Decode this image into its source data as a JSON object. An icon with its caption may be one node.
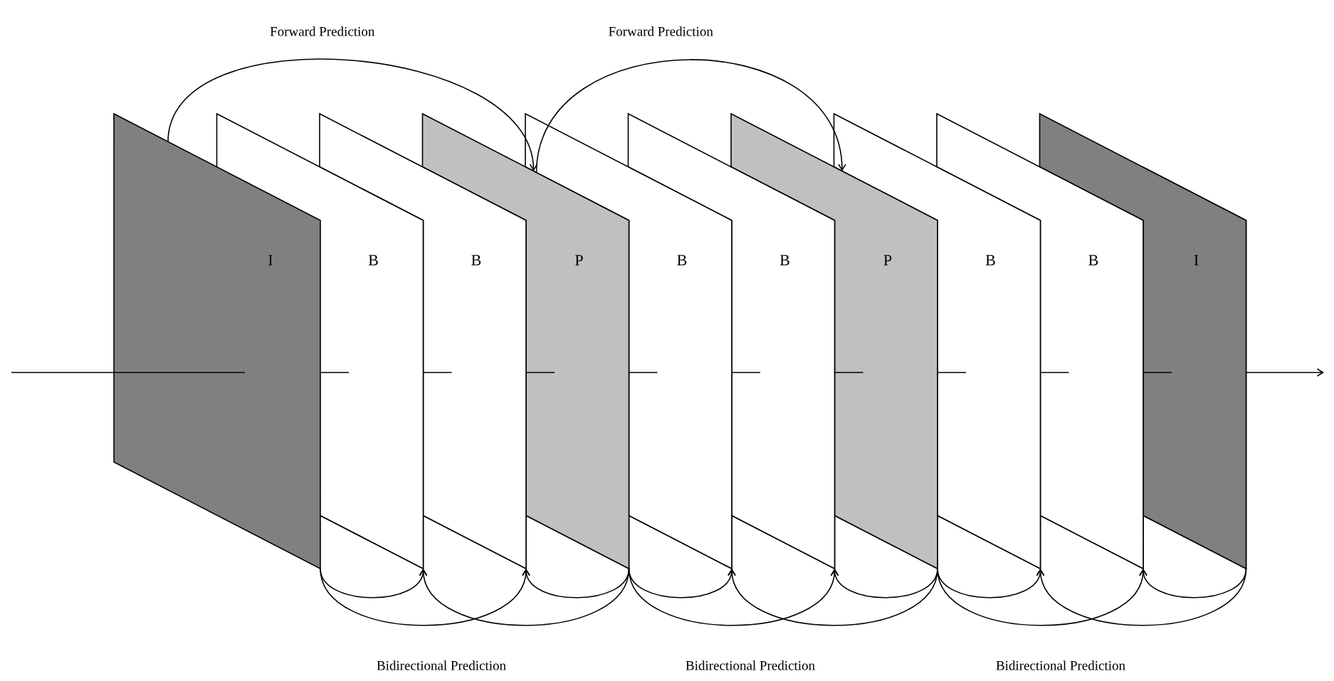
{
  "diagram": {
    "nodes": [
      {
        "text": [
          "I"
        ]
      },
      {
        "text": [
          "B"
        ]
      },
      {
        "text": [
          "B"
        ]
      },
      {
        "text": [
          "P"
        ]
      },
      {
        "text": [
          "B"
        ]
      },
      {
        "text": [
          "B"
        ]
      },
      {
        "text": [
          "P"
        ]
      },
      {
        "text": [
          "B"
        ]
      },
      {
        "text": [
          "B"
        ]
      },
      {
        "text": [
          "I"
        ]
      }
    ],
    "edges": [
      {
        "from": 0,
        "to": 3,
        "arrow": "to",
        "label": "Forward Prediction"
      },
      {
        "from": 3,
        "to": 6,
        "arrow": "to",
        "label": "Forward Prediction"
      },
      {
        "from": 0,
        "to": 1,
        "arrow": "to"
      },
      {
        "from": 0,
        "to": 2,
        "arrow": "to"
      },
      {
        "from": 3,
        "to": 1,
        "arrow": "to"
      },
      {
        "from": 3,
        "to": 2,
        "arrow": "to"
      },
      {
        "from": 3,
        "to": 4,
        "arrow": "to"
      },
      {
        "from": 3,
        "to": 5,
        "arrow": "to"
      },
      {
        "from": 6,
        "to": 4,
        "arrow": "to"
      },
      {
        "from": 6,
        "to": 5,
        "arrow": "to"
      },
      {
        "from": 6,
        "to": 7,
        "arrow": "to"
      },
      {
        "from": 6,
        "to": 8,
        "arrow": "to"
      },
      {
        "from": 9,
        "to": 7,
        "arrow": "to"
      },
      {
        "from": 9,
        "to": 8,
        "arrow": "to"
      }
    ],
    "labels": [
      "Bidirectional Prediction",
      "Bidirectional Prediction",
      "Bidirectional Prediction"
    ]
  }
}
